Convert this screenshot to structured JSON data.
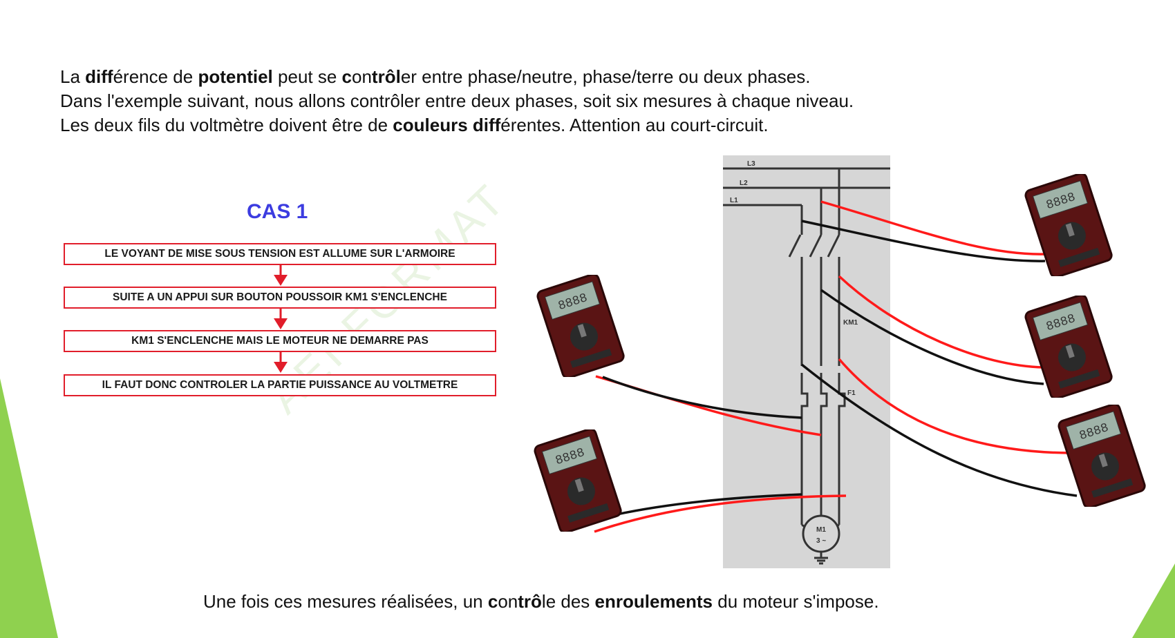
{
  "intro": {
    "line1": [
      "La ",
      "diff",
      "érence de ",
      "potentiel",
      " peut se ",
      "c",
      "on",
      "tr",
      "ô",
      "l",
      "er entre phase/neutre, phase/terre ou deux phases."
    ],
    "line2": "Dans l'exemple suivant, nous allons contrôler entre deux phases, soit six mesures à chaque niveau.",
    "line3": [
      "Les deux fils du voltmètre doivent être de ",
      "couleurs diff",
      "érentes. Attention au court-circuit."
    ]
  },
  "case": {
    "title": "CAS 1",
    "steps": [
      "LE VOYANT DE MISE SOUS TENSION EST ALLUME SUR L'ARMOIRE",
      "SUITE A UN APPUI SUR BOUTON POUSSOIR KM1 S'ENCLENCHE",
      "KM1 S'ENCLENCHE MAIS LE MOTEUR NE DEMARRE PAS",
      "IL FAUT DONC CONTROLER LA PARTIE PUISSANCE  AU VOLTMETRE"
    ]
  },
  "watermark": "AEI    FORMAT",
  "schematic": {
    "lines": [
      "L3",
      "L2",
      "L1"
    ],
    "labels": [
      "KM1",
      "F1",
      "M1",
      "3 ~"
    ]
  },
  "meters": {
    "display": "8888"
  },
  "footer": [
    "Une fois ces mesures réalisées, un ",
    "c",
    "on",
    "tr",
    "ô",
    "l",
    "e des ",
    "enroulements",
    " du moteur s'impose."
  ],
  "colors": {
    "accent_blue": "#3c3ce0",
    "box_red": "#e11d2a",
    "green": "#8fd14f",
    "probe_red": "#ff1a1a",
    "probe_black": "#111111"
  }
}
